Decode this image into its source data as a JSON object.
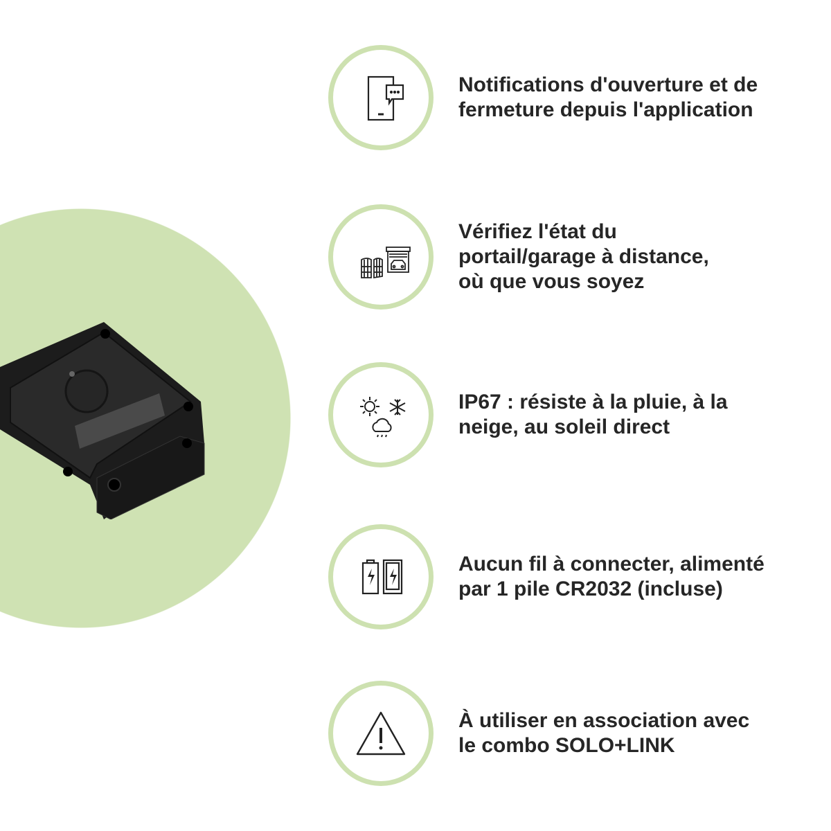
{
  "colors": {
    "accent_green": "#cfe2b3",
    "ring_green": "#cde1b0",
    "text": "#262626"
  },
  "product": {
    "name": "device-photo"
  },
  "features": [
    {
      "icon": "phone-notification-icon",
      "lines": [
        "Notifications d'ouverture et de",
        "fermeture depuis l'application"
      ]
    },
    {
      "icon": "gate-garage-icon",
      "lines": [
        "Vérifiez l'état du",
        "portail/garage à distance,",
        "où que vous soyez"
      ]
    },
    {
      "icon": "weather-icon",
      "lines": [
        "IP67 : résiste à la pluie, à la",
        "neige, au soleil direct"
      ]
    },
    {
      "icon": "battery-icon",
      "lines": [
        "Aucun fil à connecter, alimenté",
        "par 1 pile CR2032 (incluse)"
      ]
    },
    {
      "icon": "warning-icon",
      "lines": [
        "À utiliser en association avec",
        "le combo SOLO+LINK"
      ]
    }
  ]
}
